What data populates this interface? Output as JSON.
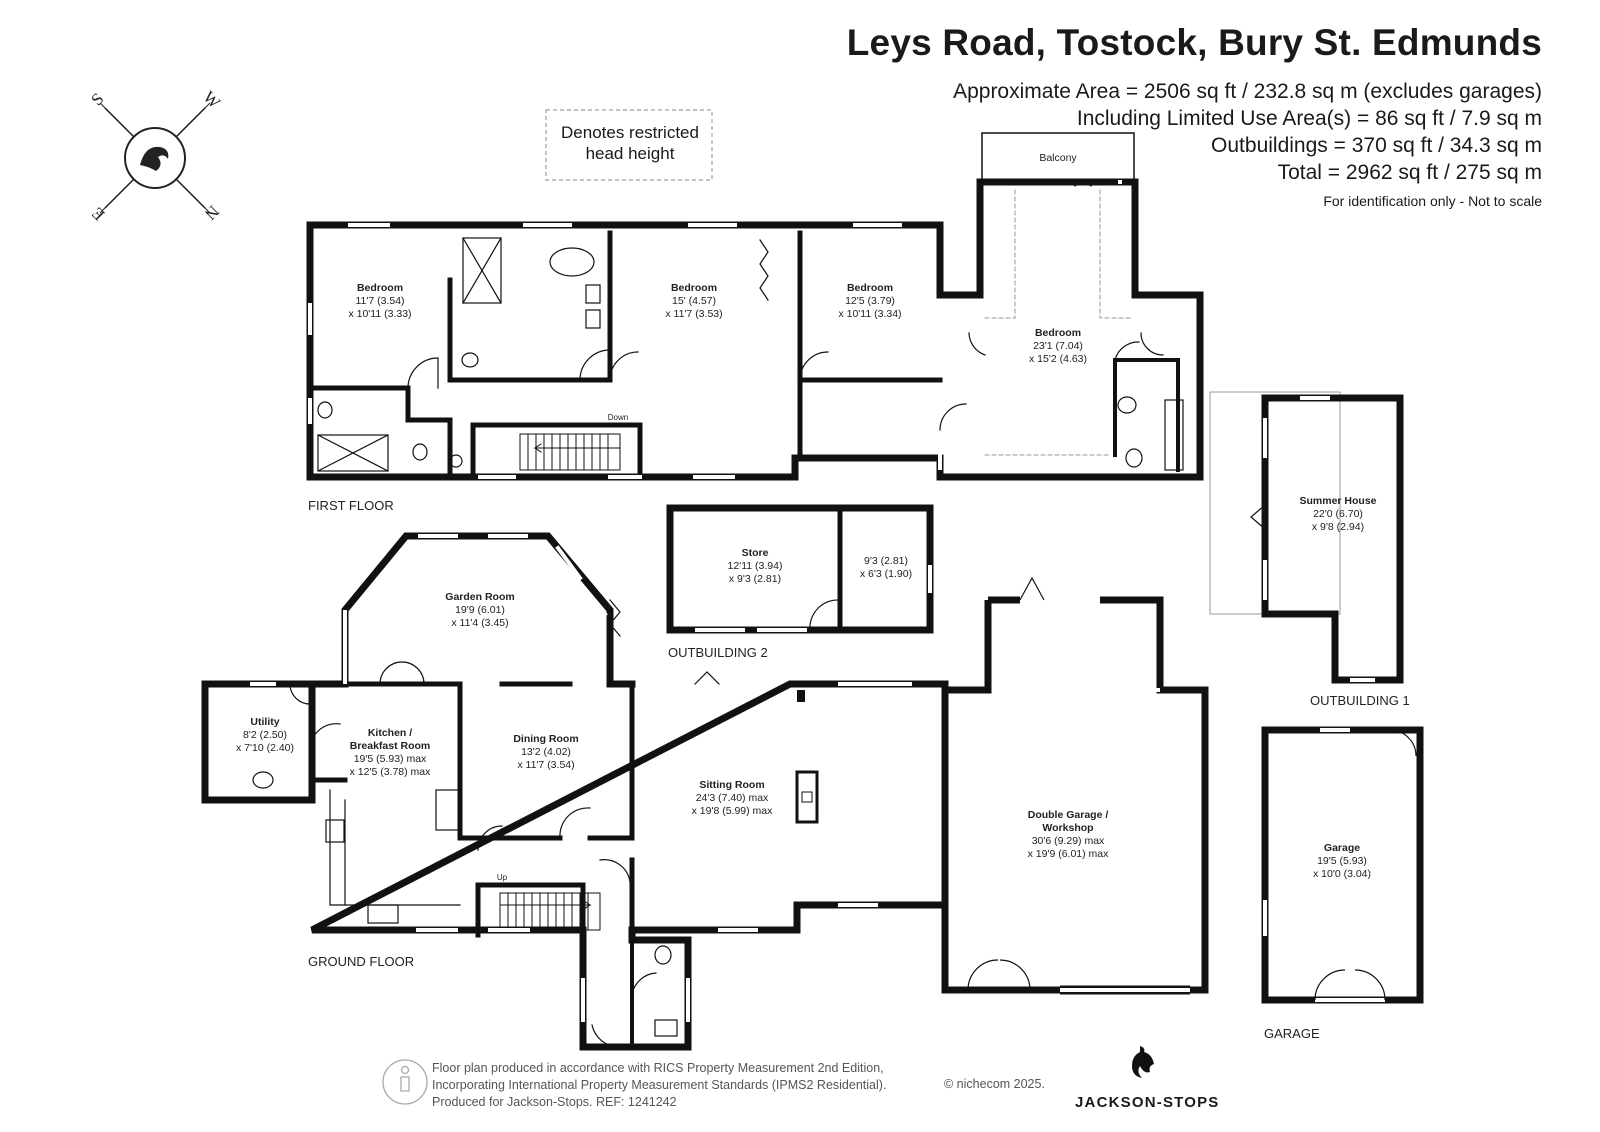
{
  "title": "Leys Road, Tostock, Bury St. Edmunds",
  "areas": [
    "Approximate Area = 2506 sq ft / 232.8 sq m (excludes garages)",
    "Including Limited Use Area(s) = 86 sq ft / 7.9 sq m",
    "Outbuildings = 370 sq ft / 34.3 sq m",
    "Total = 2962 sq ft / 275 sq m"
  ],
  "note": "For identification only - Not to scale",
  "restricted": [
    "Denotes restricted",
    "head height"
  ],
  "compass": {
    "icon": "compass-icon",
    "letters": [
      "S",
      "W",
      "E",
      "N"
    ]
  },
  "floors": {
    "first": "FIRST FLOOR",
    "ground": "GROUND FLOOR",
    "out2": "OUTBUILDING 2",
    "out1": "OUTBUILDING 1",
    "garage": "GARAGE"
  },
  "rooms": {
    "bed1": [
      "Bedroom",
      "11'7 (3.54)",
      "x 10'11 (3.33)"
    ],
    "bed2": [
      "Bedroom",
      "15' (4.57)",
      "x 11'7 (3.53)"
    ],
    "bed3": [
      "Bedroom",
      "12'5 (3.79)",
      "x 10'11 (3.34)"
    ],
    "bed4": [
      "Bedroom",
      "23'1 (7.04)",
      "x 15'2 (4.63)"
    ],
    "balcony": [
      "Balcony"
    ],
    "down": [
      "Down"
    ],
    "up": [
      "Up"
    ],
    "store": [
      "Store",
      "12'11 (3.94)",
      "x 9'3 (2.81)"
    ],
    "store2": [
      "9'3 (2.81)",
      "x 6'3 (1.90)"
    ],
    "summer": [
      "Summer House",
      "22'0 (6.70)",
      "x 9'8 (2.94)"
    ],
    "garden": [
      "Garden Room",
      "19'9 (6.01)",
      "x 11'4 (3.45)"
    ],
    "utility": [
      "Utility",
      "8'2 (2.50)",
      "x 7'10 (2.40)"
    ],
    "kitchen": [
      "Kitchen /",
      "Breakfast Room",
      "19'5 (5.93) max",
      "x 12'5 (3.78) max"
    ],
    "dining": [
      "Dining Room",
      "13'2 (4.02)",
      "x 11'7 (3.54)"
    ],
    "sitting": [
      "Sitting Room",
      "24'3 (7.40) max",
      "x 19'8 (5.99) max"
    ],
    "dgarage": [
      "Double Garage /",
      "Workshop",
      "30'6 (9.29) max",
      "x 19'9 (6.01) max"
    ],
    "garage": [
      "Garage",
      "19'5 (5.93)",
      "x 10'0 (3.04)"
    ]
  },
  "footer": [
    "Floor plan produced in accordance with RICS Property Measurement 2nd Edition,",
    "Incorporating International Property Measurement Standards (IPMS2 Residential).",
    "Produced for Jackson-Stops.   REF:  1241242"
  ],
  "copyright": "© nichecom 2025.",
  "brand": "JACKSON-STOPS",
  "icons": [
    "compass-icon",
    "ipms-person-icon",
    "jackson-stops-logo-icon"
  ]
}
